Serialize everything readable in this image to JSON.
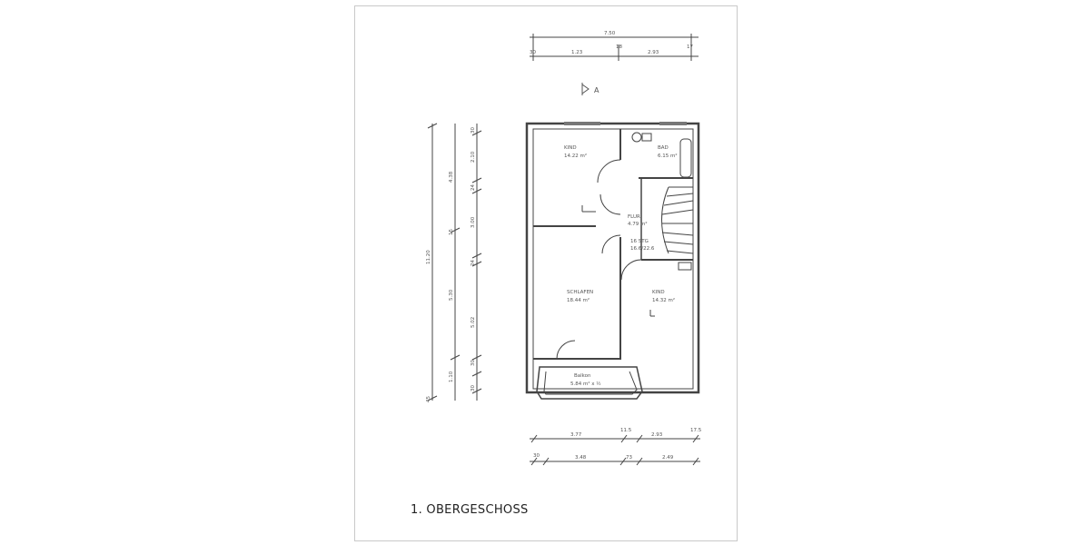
{
  "caption": "1. OBERGESCHOSS",
  "north_marker": "A",
  "section_marker": "A",
  "rooms": [
    {
      "name": "KIND",
      "area": "14.22 m²"
    },
    {
      "name": "BAD",
      "area": "6.15 m²"
    },
    {
      "name": "FLUR",
      "area": "4.79 m²"
    },
    {
      "name": "16 STG",
      "area": "16.6/22.6"
    },
    {
      "name": "SCHLAFEN",
      "area": "18.44 m²"
    },
    {
      "name": "KIND",
      "area": "14.32 m²"
    },
    {
      "name": "Balkon",
      "area": "5.84 m² x ½"
    }
  ],
  "dims_top": {
    "total": "7.50",
    "parts": [
      "30",
      "1.23",
      "18",
      "2.93",
      "17"
    ]
  },
  "dims_left_outer": {
    "total": "11.20",
    "parts": [
      "4.38",
      "15",
      "5.30",
      "1.10",
      "45"
    ]
  },
  "dims_left_inner": [
    "30",
    "2.10",
    "24",
    "3.00",
    "24",
    "5.02",
    "30",
    "30"
  ],
  "dims_bottom_1": [
    "3.77",
    "11.5",
    "2.93",
    "17.5"
  ],
  "dims_bottom_2": [
    "30",
    "3.48",
    "73",
    "2.49"
  ]
}
